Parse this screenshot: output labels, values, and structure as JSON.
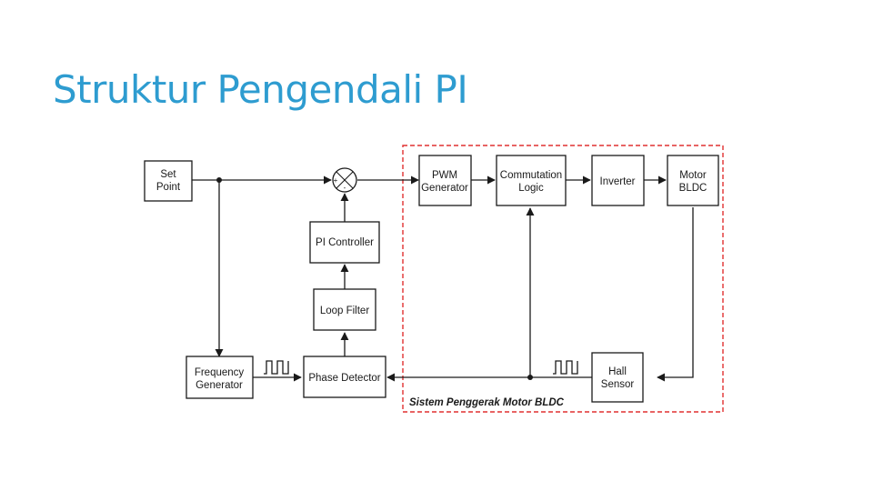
{
  "slide": {
    "title": "Struktur Pengendali PI"
  },
  "blocks": {
    "set_point": [
      "Set",
      "Point"
    ],
    "pi_controller": [
      "PI Controller"
    ],
    "loop_filter": [
      "Loop Filter"
    ],
    "phase_detector": [
      "Phase Detector"
    ],
    "frequency_generator": [
      "Frequency",
      "Generator"
    ],
    "pwm_generator": [
      "PWM",
      "Generator"
    ],
    "commutation_logic": [
      "Commutation",
      "Logic"
    ],
    "inverter": [
      "Inverter"
    ],
    "motor_bldc": [
      "Motor",
      "BLDC"
    ],
    "hall_sensor": [
      "Hall",
      "Sensor"
    ]
  },
  "summing_junction": {
    "plus_sign": "+",
    "minus_sign": "-"
  },
  "subsystem": {
    "label": "Sistem Penggerak Motor BLDC",
    "border_color": "#e03131"
  },
  "colors": {
    "title": "#2e9cd0",
    "lines": "#1a1a1a"
  }
}
